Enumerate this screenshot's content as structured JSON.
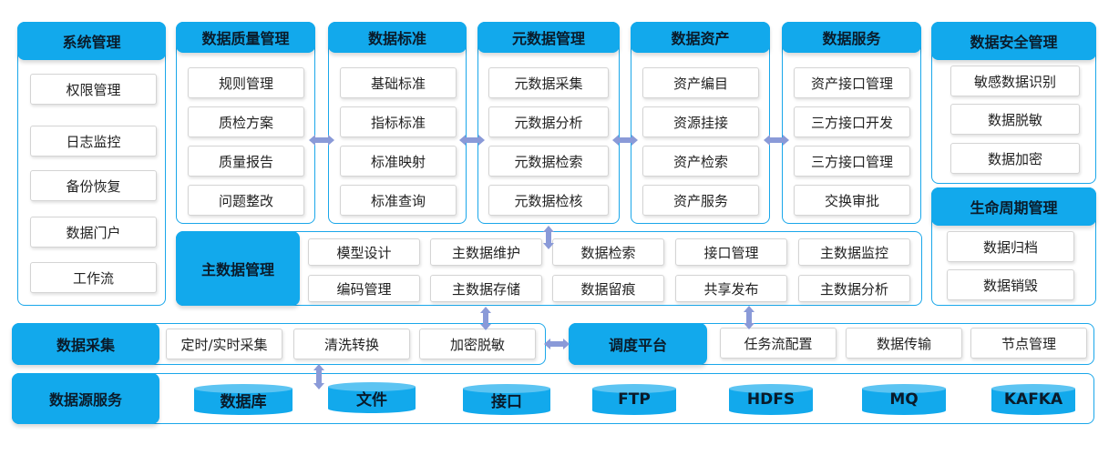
{
  "colors": {
    "accent": "#12a9ec",
    "border": "#1aa7ea",
    "arrow": "#8a9ad8"
  },
  "system": {
    "title": "系统管理",
    "items": [
      "权限管理",
      "日志监控",
      "备份恢复",
      "数据门户",
      "工作流"
    ]
  },
  "quality": {
    "title": "数据质量管理",
    "items": [
      "规则管理",
      "质检方案",
      "质量报告",
      "问题整改"
    ]
  },
  "standard": {
    "title": "数据标准",
    "items": [
      "基础标准",
      "指标标准",
      "标准映射",
      "标准查询"
    ]
  },
  "metadata": {
    "title": "元数据管理",
    "items": [
      "元数据采集",
      "元数据分析",
      "元数据检索",
      "元数据检核"
    ]
  },
  "assets": {
    "title": "数据资产",
    "items": [
      "资产编目",
      "资源挂接",
      "资产检索",
      "资产服务"
    ]
  },
  "service": {
    "title": "数据服务",
    "items": [
      "资产接口管理",
      "三方接口开发",
      "三方接口管理",
      "交换审批"
    ]
  },
  "security": {
    "title": "数据安全管理",
    "items": [
      "敏感数据识别",
      "数据脱敏",
      "数据加密"
    ]
  },
  "lifecycle": {
    "title": "生命周期管理",
    "items": [
      "数据归档",
      "数据销毁"
    ]
  },
  "master": {
    "title": "主数据管理",
    "items": [
      "模型设计",
      "主数据维护",
      "数据检索",
      "接口管理",
      "主数据监控",
      "编码管理",
      "主数据存储",
      "数据留痕",
      "共享发布",
      "主数据分析"
    ]
  },
  "collect": {
    "title": "数据采集",
    "items": [
      "定时/实时采集",
      "清洗转换",
      "加密脱敏"
    ]
  },
  "schedule": {
    "title": "调度平台",
    "items": [
      "任务流配置",
      "数据传输",
      "节点管理"
    ]
  },
  "source": {
    "title": "数据源服务",
    "items": [
      "数据库",
      "文件",
      "接口",
      "FTP",
      "HDFS",
      "MQ",
      "KAFKA"
    ]
  }
}
